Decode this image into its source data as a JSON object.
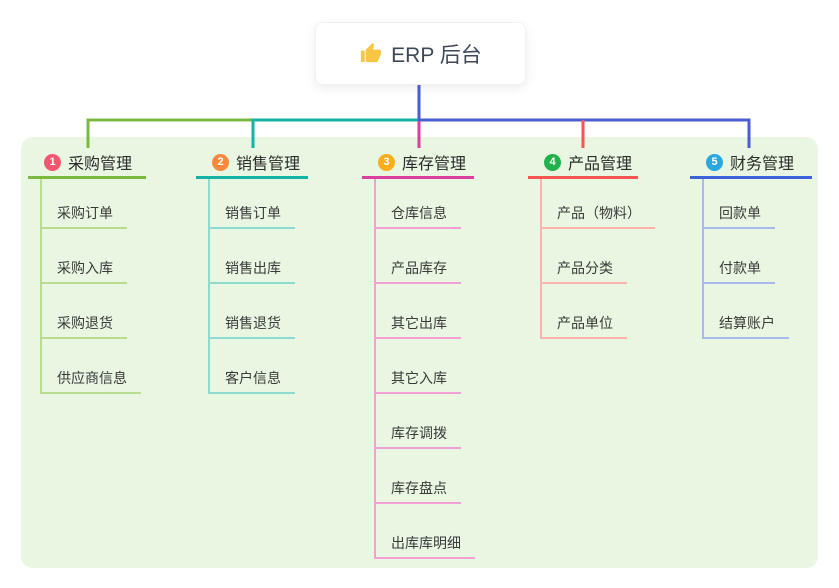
{
  "root": {
    "label": "ERP 后台",
    "icon": "thumbs-up-icon"
  },
  "colors": {
    "background": "#ffffff",
    "panel": "#e8f6e2",
    "root_connector": "#4a5ed2",
    "thumb_icon": "#f7c643",
    "branch_1": {
      "badge": "#f4566e",
      "line": "#7cb93f",
      "sub_line": "#b9dc90"
    },
    "branch_2": {
      "badge": "#f98a3d",
      "line": "#14b3a6",
      "sub_line": "#8ed9d0"
    },
    "branch_3": {
      "badge": "#fbad1b",
      "line": "#d93f9f",
      "sub_line": "#f0a0d2"
    },
    "branch_4": {
      "badge": "#23b14b",
      "line": "#f6564f",
      "sub_line": "#fab4ad"
    },
    "branch_5": {
      "badge": "#29a8e0",
      "line": "#3d61d8",
      "sub_line": "#a8b9ed"
    }
  },
  "branches": [
    {
      "num": "1",
      "label": "采购管理",
      "items": [
        "采购订单",
        "采购入库",
        "采购退货",
        "供应商信息"
      ]
    },
    {
      "num": "2",
      "label": "销售管理",
      "items": [
        "销售订单",
        "销售出库",
        "销售退货",
        "客户信息"
      ]
    },
    {
      "num": "3",
      "label": "库存管理",
      "items": [
        "仓库信息",
        "产品库存",
        "其它出库",
        "其它入库",
        "库存调拨",
        "库存盘点",
        "出库库明细"
      ]
    },
    {
      "num": "4",
      "label": "产品管理",
      "items": [
        "产品（物料）",
        "产品分类",
        "产品单位"
      ]
    },
    {
      "num": "5",
      "label": "财务管理",
      "items": [
        "回款单",
        "付款单",
        "结算账户"
      ]
    }
  ]
}
